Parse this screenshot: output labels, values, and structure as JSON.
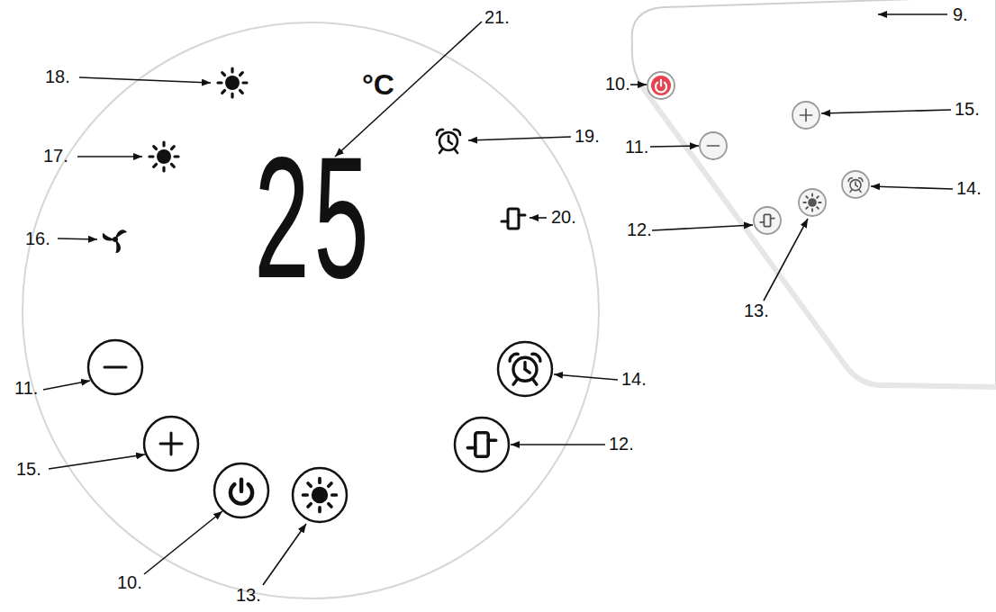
{
  "diagram": {
    "labels": [
      "21.",
      "18.",
      "°C",
      "17.",
      "19.",
      "16.",
      "25",
      "20.",
      "11.",
      "14.",
      "15.",
      "12.",
      "10.",
      "13.",
      "9.",
      "10.",
      "15.",
      "11.",
      "14.",
      "12.",
      "13."
    ]
  }
}
